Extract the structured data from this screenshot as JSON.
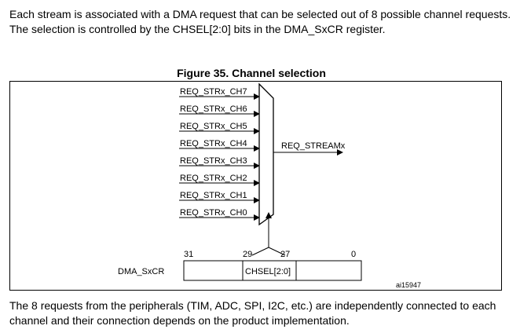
{
  "intro_text": "Each stream is associated with a DMA request that can be selected out of 8 possible channel requests. The selection is controlled by the CHSEL[2:0] bits in the DMA_SxCR register.",
  "figure": {
    "title": "Figure 35. Channel selection",
    "inputs": [
      "REQ_STRx_CH7",
      "REQ_STRx_CH6",
      "REQ_STRx_CH5",
      "REQ_STRx_CH4",
      "REQ_STRx_CH3",
      "REQ_STRx_CH2",
      "REQ_STRx_CH1",
      "REQ_STRx_CH0"
    ],
    "output": "REQ_STREAMx",
    "register": {
      "name": "DMA_SxCR",
      "bit_31": "31",
      "bit_29": "29",
      "bit_27": "27",
      "bit_0": "0",
      "field": "CHSEL[2:0]"
    },
    "ref_id": "ai15947"
  },
  "outro_text": "The 8 requests from the peripherals (TIM, ADC, SPI, I2C, etc.) are independently connected to each channel and their connection depends on the product implementation."
}
